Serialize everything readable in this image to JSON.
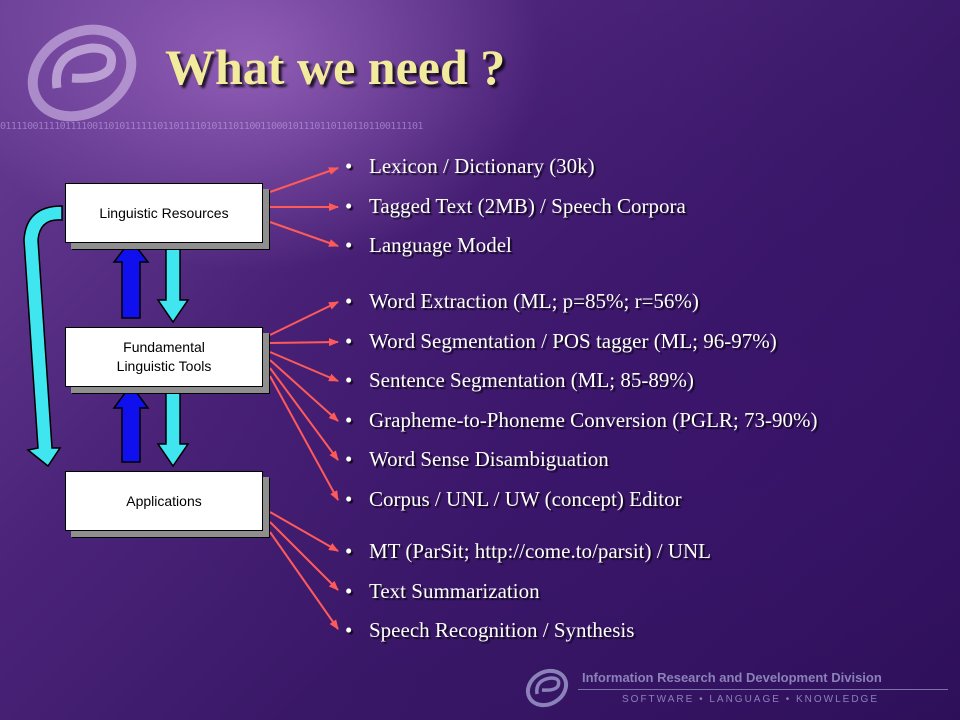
{
  "title": "What we need ?",
  "binary_strip": "011110011110111100110101111110110111101011101100110001011101101101101100111101",
  "diagram": {
    "box_resources": "Linguistic Resources",
    "box_tools_line1": "Fundamental",
    "box_tools_line2": "Linguistic Tools",
    "box_apps": "Applications"
  },
  "resources": [
    "Lexicon / Dictionary (30k)",
    "Tagged Text (2MB) / Speech Corpora",
    "Language Model"
  ],
  "tools": [
    "Word Extraction (ML; p=85%; r=56%)",
    "Word Segmentation  / POS tagger (ML; 96-97%)",
    "Sentence Segmentation (ML; 85-89%)",
    "Grapheme-to-Phoneme Conversion (PGLR; 73-90%)",
    "Word Sense Disambiguation",
    "Corpus / UNL / UW (concept) Editor"
  ],
  "applications": [
    "MT (ParSit; http://come.to/parsit) / UNL",
    "Text Summarization",
    "Speech Recognition / Synthesis"
  ],
  "footer": {
    "division": "Information Research and Development Division",
    "tagline": "SOFTWARE  •  LANGUAGE  •  KNOWLEDGE"
  },
  "colors": {
    "title": "#f2ea9c",
    "arrow": "#ff5a5a",
    "cyan_arrow": "#3fe6f0",
    "blue_arrow": "#1010ee"
  }
}
